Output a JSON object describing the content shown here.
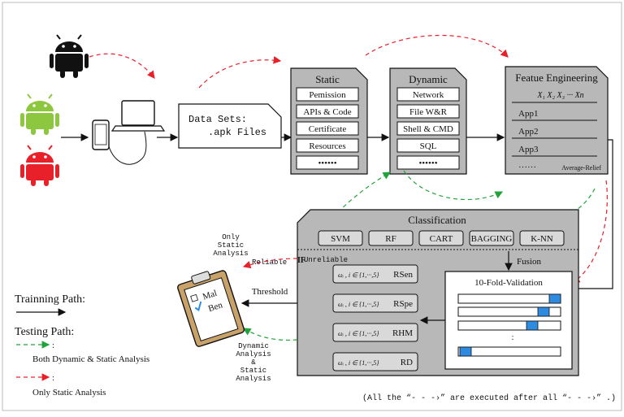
{
  "dataset": {
    "line1": "Data Sets:",
    "line2": ".apk Files"
  },
  "static_box": {
    "title": "Static",
    "items": [
      "Pemission",
      "APIs & Code",
      "Certificate",
      "Resources",
      "••••••"
    ]
  },
  "dynamic_box": {
    "title": "Dynamic",
    "items": [
      "Network",
      "File W&R",
      "Shell & CMD",
      "SQL",
      "••••••"
    ]
  },
  "feature_box": {
    "title": "Featue Engineering",
    "features": "X₁ X₂ X₃ ··· Xn",
    "apps": [
      "App1",
      "App2",
      "App3",
      "······"
    ],
    "footer": "Average-Relief"
  },
  "classification": {
    "title": "Classification",
    "classifiers": [
      "SVM",
      "RF",
      "CART",
      "BAGGING",
      "K-NN"
    ],
    "fusion": "Fusion",
    "kfold": "10-Fold-Validation",
    "kfold_dots": ":",
    "if_label": "IF"
  },
  "metrics": [
    {
      "formula": "ωᵢ , i ∈ {1,···,5}",
      "name": "RSen"
    },
    {
      "formula": "ωᵢ , i ∈ {1,···,5}",
      "name": "RSpe"
    },
    {
      "formula": "ωᵢ , i ∈ {1,···,5}",
      "name": "RHM"
    },
    {
      "formula": "ωᵢ , i ∈ {1,···,5}",
      "name": "RD"
    }
  ],
  "labels": {
    "only_static": [
      "Only",
      "Static",
      "Analysis"
    ],
    "reliable": "Reliable",
    "unreliable": "Unreliable",
    "threshold": "Threshold",
    "dyn_static": [
      "Dynamic",
      "Analysis",
      "&",
      "Static",
      "Analysis"
    ]
  },
  "clipboard": {
    "mal": "Mal",
    "ben": "Ben"
  },
  "legend": {
    "training": "Trainning Path:",
    "testing": "Testing Path:",
    "colon_green": ":",
    "both": "Both Dynamic & Static Analysis",
    "colon_red": ":",
    "only": "Only Static Analysis"
  },
  "footnote": "(All the “- - -›” are executed after all “- - -›” .)",
  "colors": {
    "red": "#e8202a",
    "green": "#21a33a",
    "android_black": "#111111",
    "android_green": "#8dc63f",
    "android_red": "#e8202a",
    "box_gray": "#b8b8b8",
    "bar_blue": "#2e8be0"
  }
}
